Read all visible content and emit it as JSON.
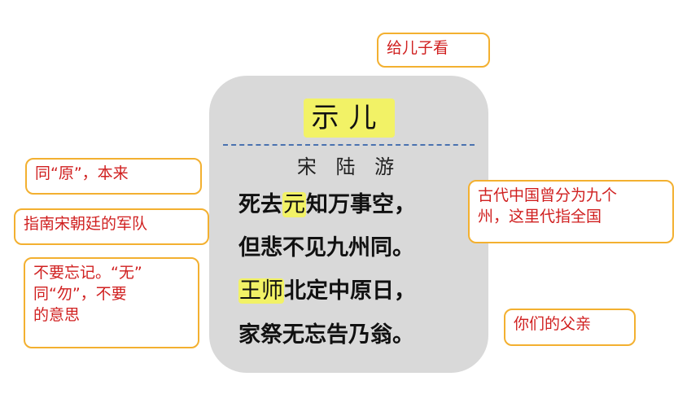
{
  "poem": {
    "title_left": "示",
    "title_right": "儿",
    "author": "宋 陆 游",
    "line1_hl": "元",
    "line1_pre": "死去",
    "line1_post": "知万事空，",
    "line2": "但悲不见九州同。",
    "line3_hl": "王师",
    "line3_post": "北定中原日，",
    "line4": "家祭无忘告乃翁。"
  },
  "notes": {
    "title_note": "给儿子看",
    "yuan_note": "同“原”，本来",
    "wangshi_note": "指南宋朝廷的军队",
    "wuwang_note": "不要忘记。“无”\n同“勿”，不要\n的意思",
    "jiuzhou_note": "古代中国曾分为九个\n州，这里代指全国",
    "naiweng_note": "你们的父亲"
  },
  "colors": {
    "highlight": "#f2f266",
    "note_border": "#f3b030",
    "note_text": "#d02020",
    "card_bg": "#d9d9d9"
  }
}
